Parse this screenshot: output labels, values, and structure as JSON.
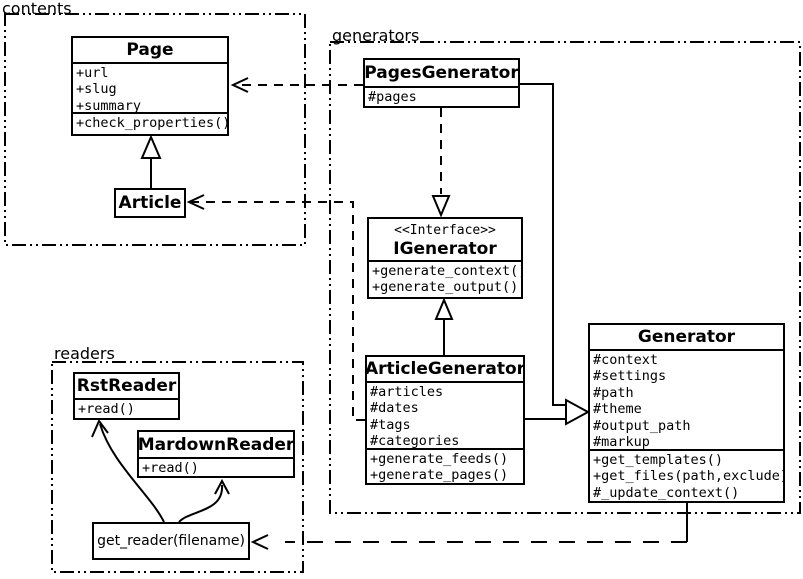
{
  "packages": {
    "contents": {
      "label": "contents"
    },
    "generators": {
      "label": "generators"
    },
    "readers": {
      "label": "readers"
    }
  },
  "classes": {
    "page": {
      "title": "Page",
      "attributes": [
        "+url",
        "+slug",
        "+summary"
      ],
      "operations": [
        "+check_properties()"
      ]
    },
    "article": {
      "title": "Article"
    },
    "pages_generator": {
      "title": "PagesGenerator",
      "attributes": [
        "#pages"
      ]
    },
    "igenerator": {
      "stereotype": "<<Interface>>",
      "title": "IGenerator",
      "operations": [
        "+generate_context()",
        "+generate_output()"
      ]
    },
    "article_generator": {
      "title": "ArticleGenerator",
      "attributes": [
        "#articles",
        "#dates",
        "#tags",
        "#categories"
      ],
      "operations": [
        "+generate_feeds()",
        "+generate_pages()"
      ]
    },
    "generator": {
      "title": "Generator",
      "attributes": [
        "#context",
        "#settings",
        "#path",
        "#theme",
        "#output_path",
        "#markup"
      ],
      "operations": [
        "+get_templates()",
        "+get_files(path,exclude)",
        "#_update_context()"
      ]
    },
    "rst_reader": {
      "title": "RstReader",
      "operations": [
        "+read()"
      ]
    },
    "markdown_reader": {
      "title": "MardownReader",
      "operations": [
        "+read()"
      ]
    },
    "get_reader": {
      "label": "get_reader(filename)"
    }
  },
  "colors": {
    "line": "#000000",
    "background": "#ffffff"
  }
}
